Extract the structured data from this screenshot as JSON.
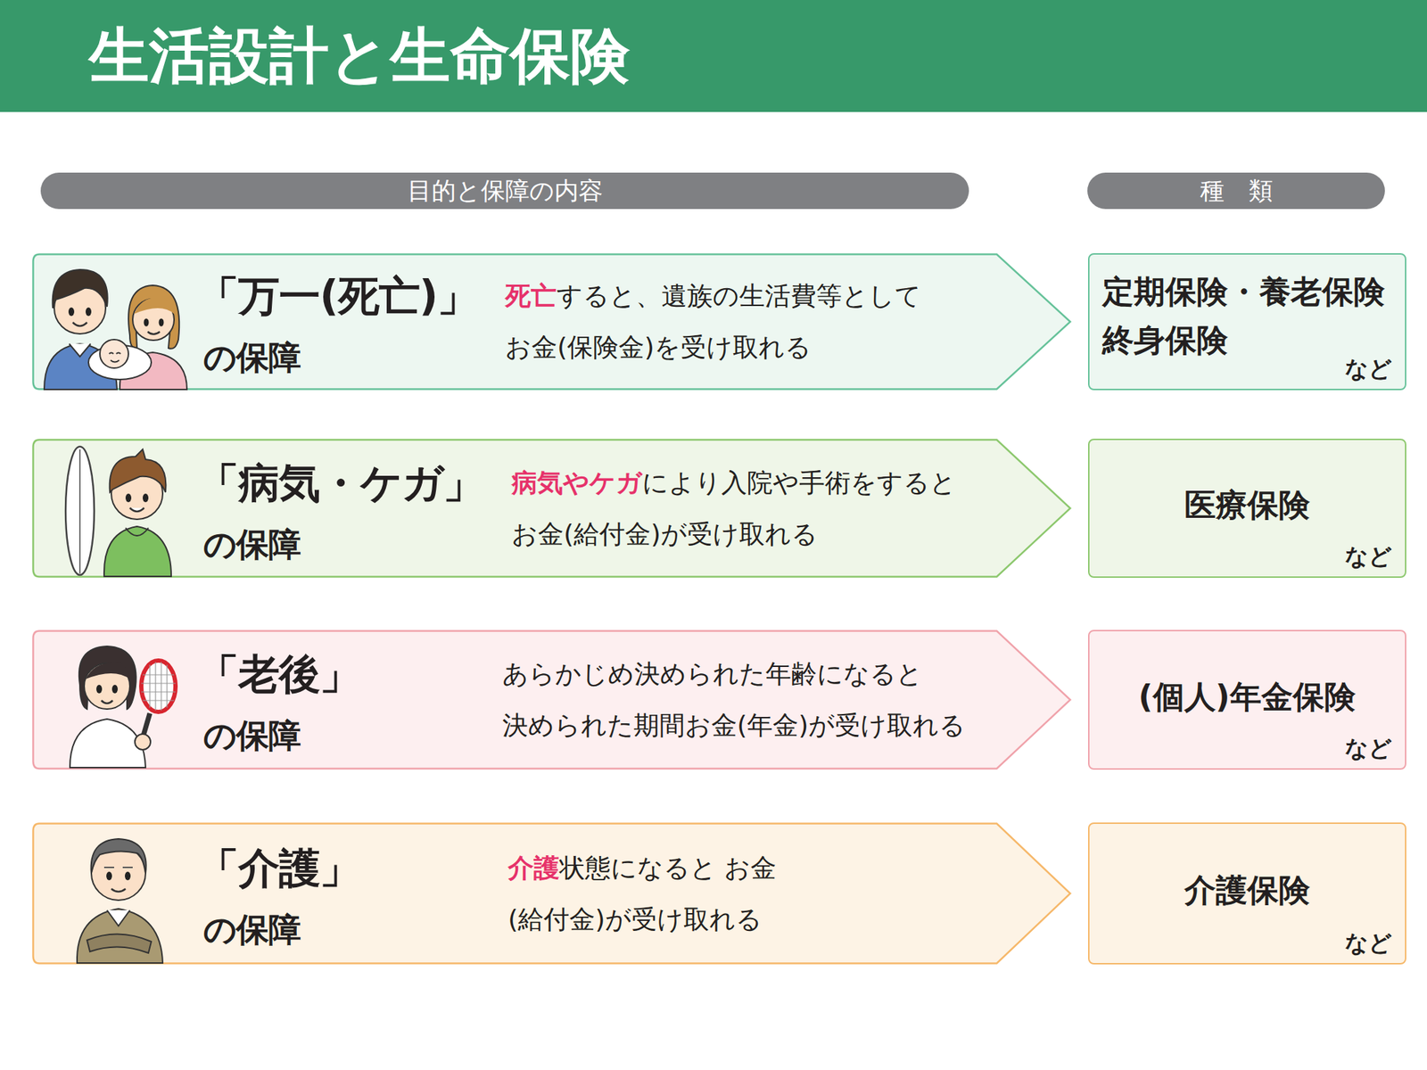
{
  "diagram": {
    "title": "生活設計と生命保険",
    "nodes": [
      {
        "text": [
          "目的と保障の内容"
        ]
      },
      {
        "text": [
          "種　類"
        ]
      },
      {
        "text": [
          "「万一(死亡)」",
          "の保障",
          "死亡",
          "すると、遺族の生活費等として お金(保険金)を受け取れる"
        ]
      },
      {
        "text": [
          "定期保険・養老保険 終身保険",
          "など"
        ]
      },
      {
        "text": [
          "「病気・ケガ」",
          "の保障",
          "病気やケガ",
          "により入院や手術をすると お金(給付金)が受け取れる"
        ]
      },
      {
        "text": [
          "医療保険",
          "など"
        ]
      },
      {
        "text": [
          "「老後」",
          "の保障",
          "あらかじめ決められた年齢になると 決められた期間お金(年金)が受け取れる"
        ]
      },
      {
        "text": [
          "(個人)年金保険",
          "など"
        ]
      },
      {
        "text": [
          "「介護」",
          "の保障",
          "介護",
          "状態になると お金(給付金)が受け取れる"
        ]
      },
      {
        "text": [
          "介護保険",
          "など"
        ]
      }
    ]
  }
}
